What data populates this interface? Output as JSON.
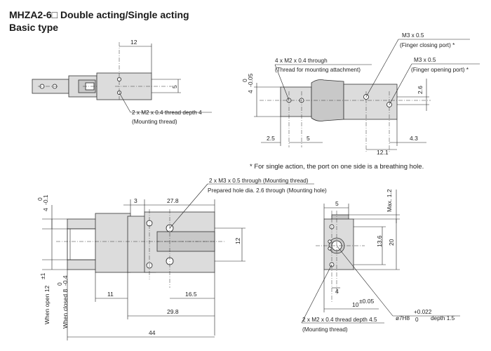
{
  "header": {
    "title": "MHZA2-6□ Double acting/Single acting",
    "subtitle": "Basic type"
  },
  "top_left_view": {
    "dim_width": "12",
    "dim_height": "5",
    "callout_thread": "2 x M2 x 0.4 thread depth 4",
    "callout_purpose": "(Mounting thread)"
  },
  "top_right_view": {
    "dim_tol_top": "0",
    "dim_tol_bottom": "-0.05",
    "dim_4": "4",
    "dim_2_6": "2.6",
    "dim_2_5": "2.5",
    "dim_5": "5",
    "dim_12_1": "12.1",
    "dim_4_3": "4.3",
    "callout_through": "4 x M2 x 0.4 through",
    "callout_through_purpose": "(Thread for mounting attachment)",
    "port_close": "M3 x 0.5",
    "port_close_purpose": "(Finger closing port) *",
    "port_open": "M3 x 0.5",
    "port_open_purpose": "(Finger opening port) *"
  },
  "footnote": "* For single action, the port on one side is a breathing hole.",
  "bottom_left_view": {
    "callout_m3": "2 x M3 x 0.5 through (Mounting thread)",
    "callout_prepared": "Prepared hole dia. 2.6 through (Mounting hole)",
    "dim_3": "3",
    "dim_27_8": "27.8",
    "dim_12": "12",
    "dim_11": "11",
    "dim_16_5": "16.5",
    "dim_29_8": "29.8",
    "dim_44": "44",
    "dim_4_top": "0",
    "dim_4_bottom": "-0.1",
    "dim_4_main": "4",
    "when_open": "When open 12",
    "when_open_tol": "±1",
    "when_closed": "When closed 8",
    "when_closed_tol_top": "0",
    "when_closed_tol_bottom": "-0.4"
  },
  "bottom_right_view": {
    "dim_5": "5",
    "dim_max": "Max. 1.2",
    "dim_13_6": "13.6",
    "dim_20": "20",
    "dim_4": "4",
    "dim_10": "10",
    "dim_10_tol": "±0.05",
    "callout_thread": "2 x M2 x 0.4 thread depth 4.5",
    "callout_purpose": "(Mounting thread)",
    "bore": "ø7H8",
    "bore_tol_top": "+0.022",
    "bore_tol_bottom": "0",
    "bore_depth": "depth 1.5"
  }
}
